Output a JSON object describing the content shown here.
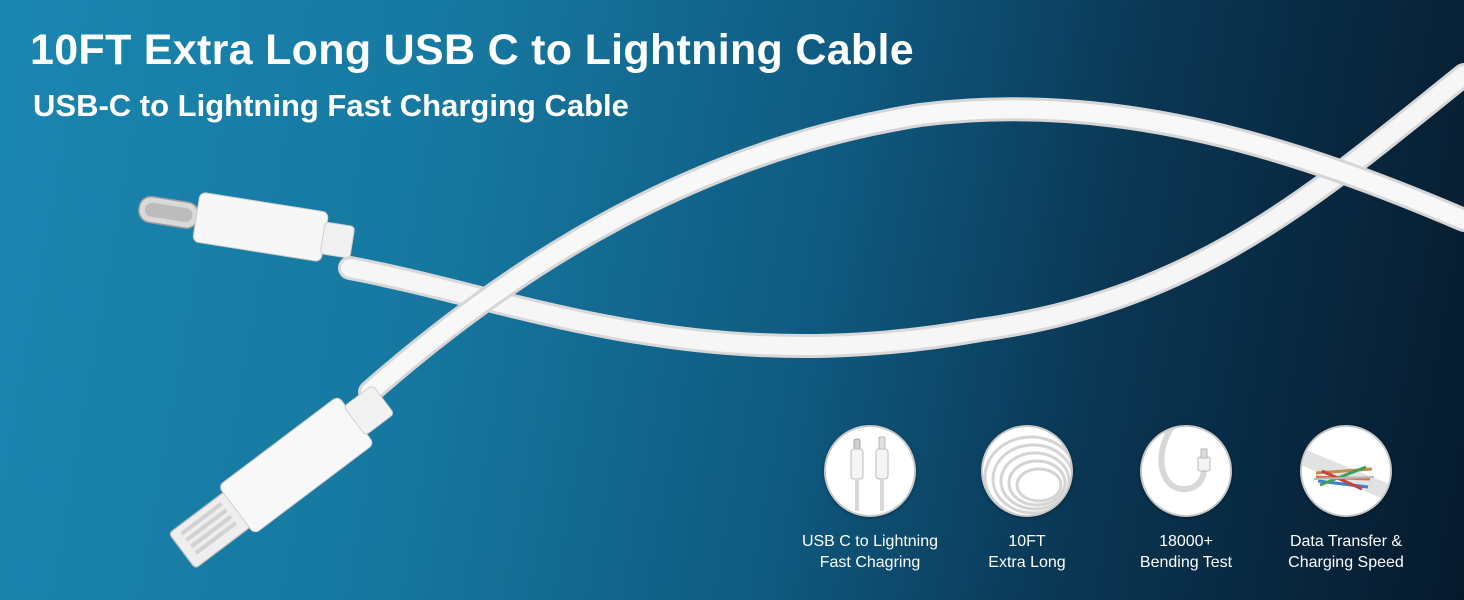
{
  "banner": {
    "title": "10FT Extra Long USB C to Lightning Cable",
    "subtitle": "USB-C to Lightning Fast Charging Cable"
  },
  "features": [
    {
      "icon": "connectors-icon",
      "line1": "USB C to Lightning",
      "line2": "Fast Chagring"
    },
    {
      "icon": "coiled-cable-icon",
      "line1": "10FT",
      "line2": "Extra Long"
    },
    {
      "icon": "bent-cable-icon",
      "line1": "18000+",
      "line2": "Bending Test"
    },
    {
      "icon": "wire-core-icon",
      "line1": "Data Transfer &",
      "line2": "Charging Speed"
    }
  ],
  "colors": {
    "background_left": "#1a86b0",
    "background_right": "#061a2c",
    "cable": "#f4f4f4",
    "text": "#ffffff"
  }
}
